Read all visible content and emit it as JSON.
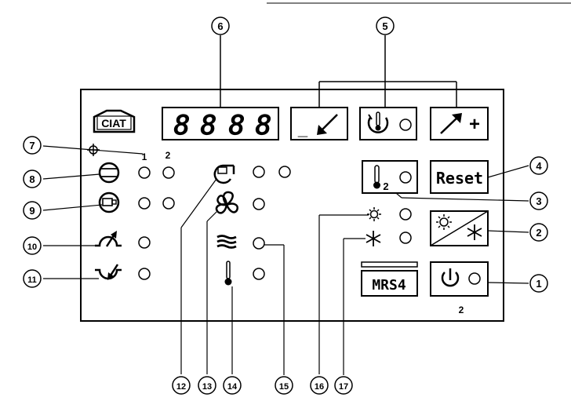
{
  "brand": {
    "logo_text": "CIAT"
  },
  "display": {
    "digits": [
      "8",
      "8",
      "8",
      "8"
    ]
  },
  "buttons": {
    "reset_label": "Reset",
    "model_label": "MRS4",
    "plus_label": "+",
    "minus_label": "_",
    "probe_sub": "2",
    "power_sub": "2"
  },
  "led_columns": [
    "1",
    "2"
  ],
  "callouts": [
    "1",
    "2",
    "3",
    "4",
    "5",
    "6",
    "7",
    "8",
    "9",
    "10",
    "11",
    "12",
    "13",
    "14",
    "15",
    "16",
    "17"
  ],
  "icons": [
    "ciat-logo-icon",
    "arrow-down-left-icon",
    "arrow-up-right-icon",
    "timer-thermometer-icon",
    "thermometer-icon",
    "sun-icon",
    "snowflake-icon",
    "power-icon",
    "compressor-icon",
    "pump-icon",
    "high-pressure-icon",
    "low-pressure-icon",
    "fan-icon",
    "heater-icon",
    "crosshair-icon"
  ],
  "colors": {
    "ink": "#000000",
    "background": "#ffffff"
  }
}
